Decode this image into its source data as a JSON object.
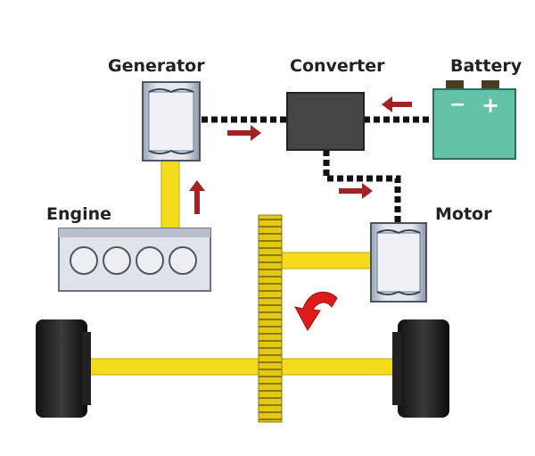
{
  "labels": {
    "generator": "Generator",
    "converter": "Converter",
    "battery": "Battery",
    "engine": "Engine",
    "motor": "Motor"
  },
  "battery_terminals": {
    "negative": "−",
    "positive": "+"
  },
  "colors": {
    "shaft": "#f4dc1c",
    "wire": "#111111",
    "flow_arrow": "#a32222",
    "rotation_arrow": "#e01a1a",
    "battery": "#62c1a6",
    "converter": "#454545",
    "unit_body": "#d8dde6"
  },
  "icons": [
    "flow-arrow-icon",
    "rotation-arrow-icon"
  ]
}
